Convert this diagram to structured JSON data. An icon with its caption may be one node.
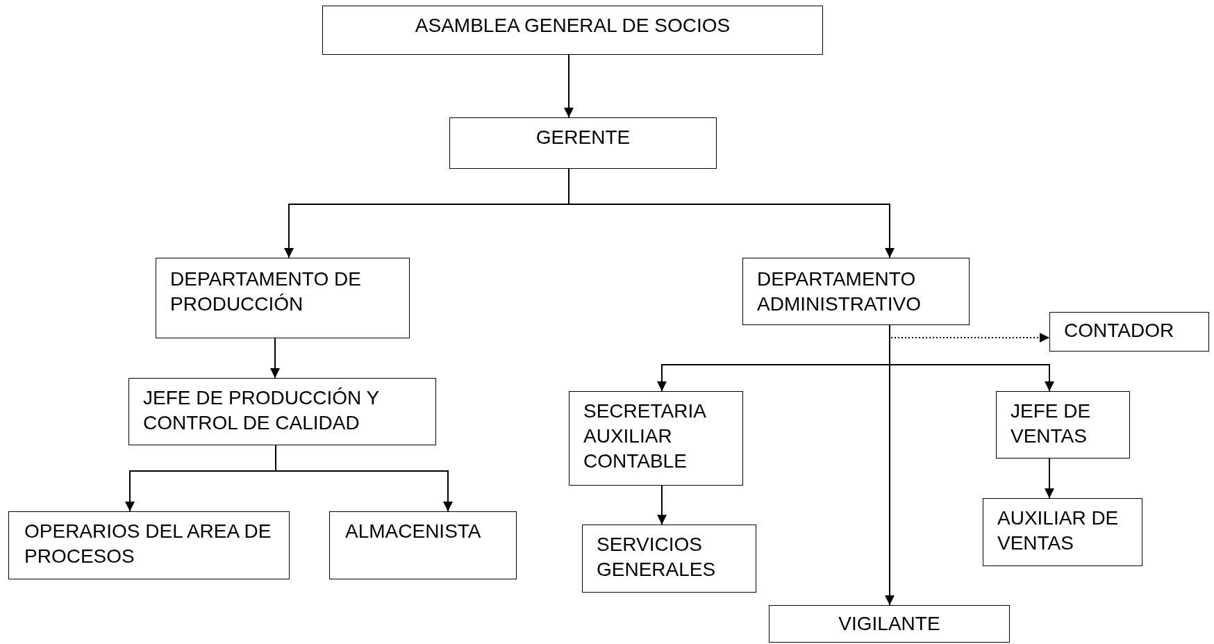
{
  "diagram": {
    "nodes": [
      {
        "text": [
          "ASAMBLEA GENERAL DE SOCIOS"
        ]
      },
      {
        "text": [
          "GERENTE"
        ]
      },
      {
        "text": [
          "DEPARTAMENTO DE PRODUCCIÓN"
        ]
      },
      {
        "text": [
          "DEPARTAMENTO ADMINISTRATIVO"
        ]
      },
      {
        "text": [
          "CONTADOR"
        ]
      },
      {
        "text": [
          "JEFE DE PRODUCCIÓN Y CONTROL DE CALIDAD"
        ]
      },
      {
        "text": [
          "SECRETARIA AUXILIAR CONTABLE"
        ]
      },
      {
        "text": [
          "JEFE DE VENTAS"
        ]
      },
      {
        "text": [
          "OPERARIOS DEL AREA DE PROCESOS"
        ]
      },
      {
        "text": [
          "ALMACENISTA"
        ]
      },
      {
        "text": [
          "SERVICIOS GENERALES"
        ]
      },
      {
        "text": [
          "AUXILIAR DE VENTAS"
        ]
      },
      {
        "text": [
          "VIGILANTE"
        ]
      }
    ],
    "edges": [
      {
        "from": 0,
        "to": 1,
        "arrow": "to"
      },
      {
        "from": 1,
        "to": 2,
        "arrow": "to"
      },
      {
        "from": 1,
        "to": 3,
        "arrow": "to"
      },
      {
        "from": 2,
        "to": 5,
        "arrow": "to"
      },
      {
        "from": 3,
        "to": 4,
        "arrow": "to",
        "style": "dashed"
      },
      {
        "from": 3,
        "to": 6,
        "arrow": "to"
      },
      {
        "from": 3,
        "to": 7,
        "arrow": "to"
      },
      {
        "from": 3,
        "to": 12,
        "arrow": "to"
      },
      {
        "from": 5,
        "to": 8,
        "arrow": "to"
      },
      {
        "from": 5,
        "to": 9,
        "arrow": "to"
      },
      {
        "from": 6,
        "to": 10,
        "arrow": "to"
      },
      {
        "from": 7,
        "to": 11,
        "arrow": "to"
      }
    ]
  }
}
